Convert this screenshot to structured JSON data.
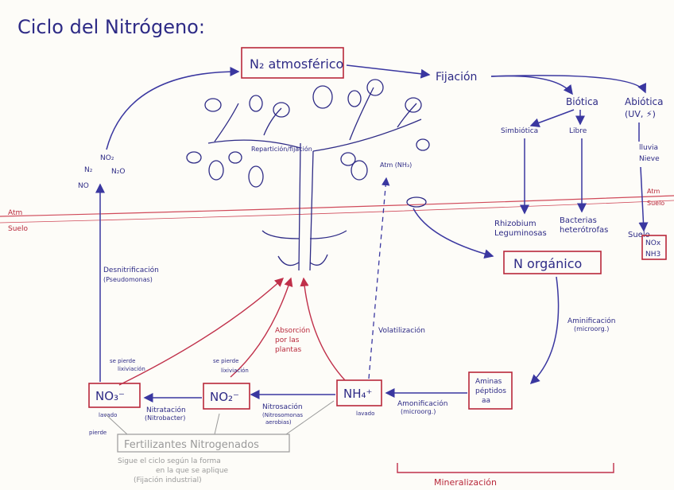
{
  "title": "Ciclo del Nitrógeno:",
  "nodes": {
    "n2": "N₂ atmosférico",
    "fijacion": "Fijación",
    "biotica": "Biótica",
    "abiotica": "Abiótica",
    "abiotica_sub": "(UV, ⚡)",
    "simbiotica": "Simbiótica",
    "libre": "Libre",
    "lluvia": "lluvia",
    "nieve": "Nieve",
    "rhizobium": "Rhizobium",
    "leguminosas": "Leguminosas",
    "bacterias": "Bacterias",
    "heterotrofas": "heterótrofas",
    "suelo_right": "Suelo",
    "nox": "NOx",
    "nh3_box": "NH3",
    "n_organico": "N orgánico",
    "aminificacion": "Aminificación",
    "microorg1": "(microorg.)",
    "aminas1": "Aminas",
    "aminas2": "péptidos",
    "aminas3": "aa",
    "amonificacion": "Amonificación",
    "microorg2": "(microorg.)",
    "nh4": "NH₄⁺",
    "nitrosacion": "Nitrosación",
    "nitrosomonas": "(Nitrosomonas",
    "aerobias": "aerobias)",
    "no2": "NO₂⁻",
    "nitratacion": "Nitratación",
    "nitrobacter": "(Nitrobacter)",
    "no3": "NO₃⁻",
    "desnitrificacion": "Desnitrificación",
    "pseudomonas": "(Pseudomonas)",
    "gas_no2": "NO₂",
    "gas_n2": "N₂",
    "gas_n2o": "N₂O",
    "gas_no": "NO",
    "volatilizacion": "Volatilización",
    "atm_nh3": "Atm (NH₃)",
    "reparticion": "Repartición/fijación",
    "absorcion1": "Absorción",
    "absorcion2": "por las",
    "absorcion3": "plantas",
    "se_pierde1": "se pierde",
    "lixiviacion1": "lixiviación",
    "se_pierde2": "se pierde",
    "lixiviacion2": "lixiviación",
    "lavado": "lavado",
    "pierde": "pierde",
    "lavado2": "lavado",
    "fertilizantes": "Fertilizantes Nitrogenados",
    "sigue1": "Sigue el ciclo según la forma",
    "sigue2": "en la que se aplique",
    "fijacion_ind": "(Fijación industrial)",
    "mineralizacion": "Mineralización",
    "atm_label": "Atm",
    "suelo_label": "Suelo"
  },
  "colors": {
    "ink": "#2e2b86",
    "red": "#b8283a",
    "gray": "#9a9a9a"
  }
}
